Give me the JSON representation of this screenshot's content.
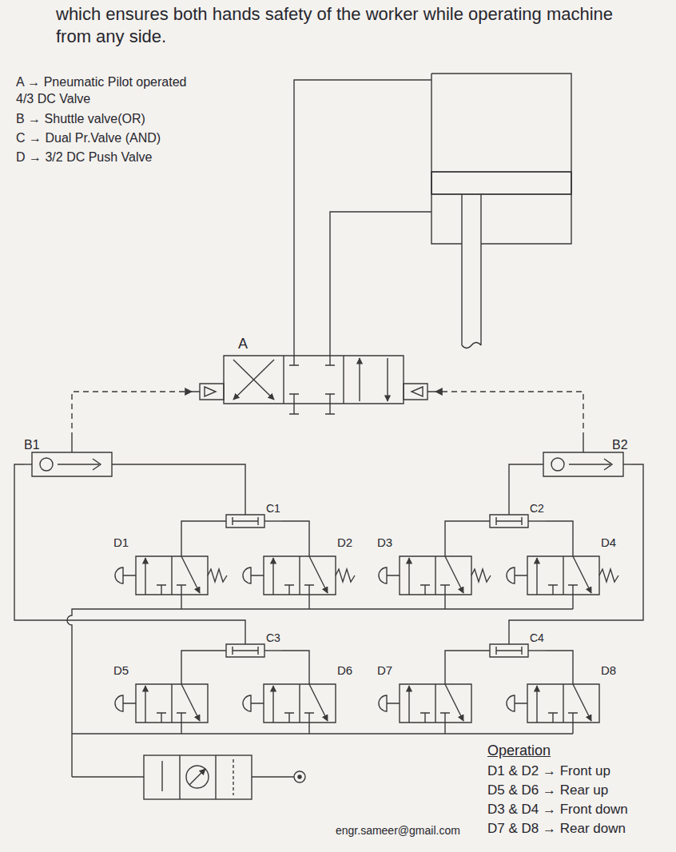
{
  "diagram": {
    "nodes": [
      {
        "text": [
          "A"
        ]
      },
      {
        "text": [
          "B1"
        ]
      },
      {
        "text": [
          "B2"
        ]
      },
      {
        "text": [
          "C1"
        ]
      },
      {
        "text": [
          "C2"
        ]
      },
      {
        "text": [
          "D1"
        ]
      },
      {
        "text": [
          "D2"
        ]
      },
      {
        "text": [
          "D3"
        ]
      },
      {
        "text": [
          "D4"
        ]
      },
      {
        "text": [
          "C3"
        ]
      },
      {
        "text": [
          "C4"
        ]
      },
      {
        "text": [
          "D5"
        ]
      },
      {
        "text": [
          "D6"
        ]
      },
      {
        "text": [
          "D7"
        ]
      },
      {
        "text": [
          "D8"
        ]
      }
    ],
    "edges": [
      {
        "from": 1,
        "to": 0,
        "arrow": "to"
      },
      {
        "from": 2,
        "to": 0,
        "arrow": "to"
      },
      {
        "from": 3,
        "to": 1,
        "arrow": "none"
      },
      {
        "from": 9,
        "to": 1,
        "arrow": "none"
      },
      {
        "from": 4,
        "to": 2,
        "arrow": "none"
      },
      {
        "from": 10,
        "to": 2,
        "arrow": "none"
      },
      {
        "from": 5,
        "to": 3,
        "arrow": "none"
      },
      {
        "from": 6,
        "to": 3,
        "arrow": "none"
      },
      {
        "from": 7,
        "to": 4,
        "arrow": "none"
      },
      {
        "from": 8,
        "to": 4,
        "arrow": "none"
      },
      {
        "from": 11,
        "to": 9,
        "arrow": "none"
      },
      {
        "from": 12,
        "to": 9,
        "arrow": "none"
      },
      {
        "from": 13,
        "to": 10,
        "arrow": "none"
      },
      {
        "from": 14,
        "to": 10,
        "arrow": "none"
      }
    ],
    "labels": [
      "which ensures both hands safety of the worker while operating machine from any side.",
      "A → Pneumatic Pilot operated 4/3 DC Valve",
      "B → Shuttle valve(OR)",
      "C → Dual Pr.Valve (AND)",
      "D → 3/2 DC Push Valve",
      "Operation",
      "D1 & D2 → Front up",
      "D5 & D6 → Rear up",
      "D3 & D4 → Front down",
      "D7 & D8 → Rear down",
      "engr.sameer@gmail.com"
    ]
  }
}
